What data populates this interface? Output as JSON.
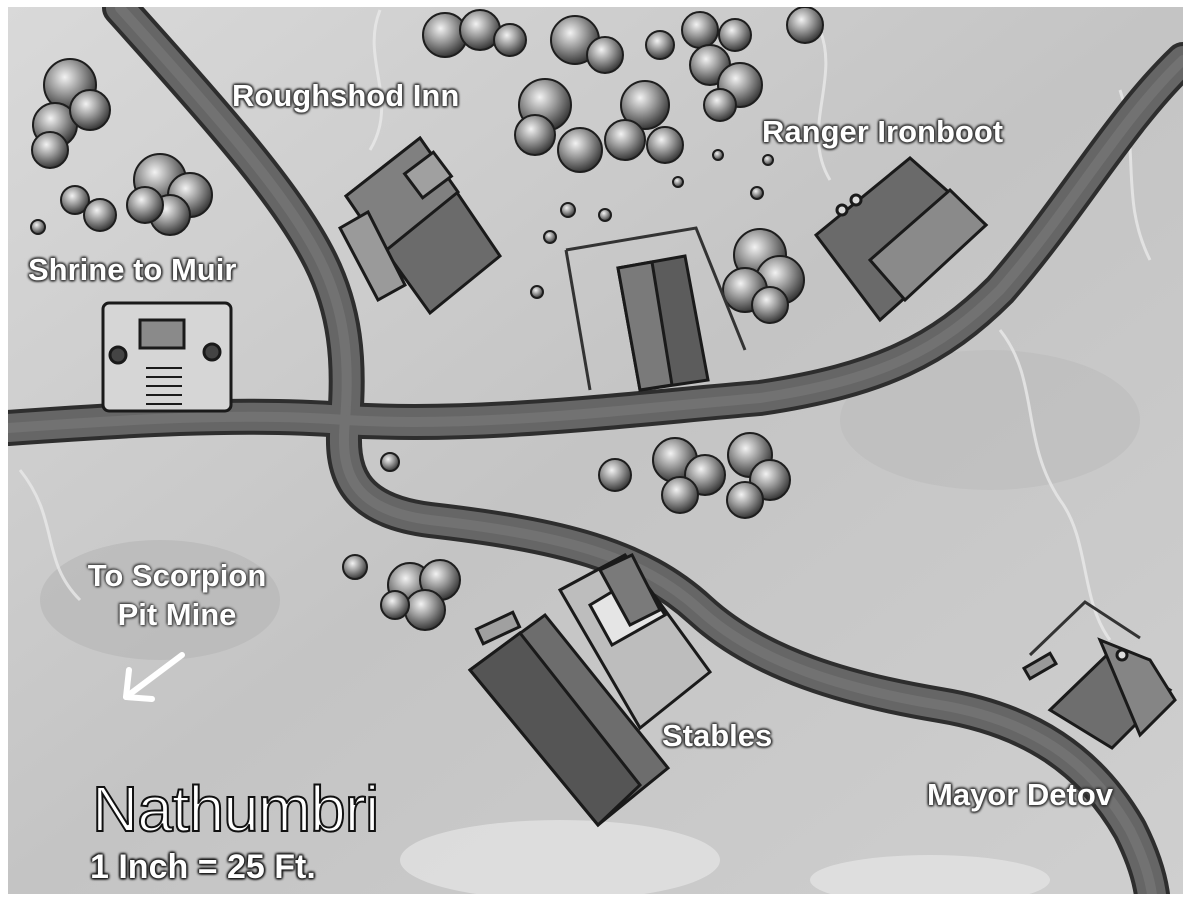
{
  "map": {
    "title": "Nathumbri",
    "scale": "1 Inch = 25 Ft.",
    "labels": {
      "roughshod_inn": "Roughshod Inn",
      "ranger_ironboot": "Ranger Ironboot",
      "shrine_to_muir": "Shrine to Muir",
      "stables": "Stables",
      "mayor_detov": "Mayor Detov",
      "to_scorpion_line1": "To Scorpion",
      "to_scorpion_line2": "Pit Mine"
    },
    "icons": {
      "direction": "arrow-southwest-icon"
    },
    "colors": {
      "ground": "#c9c9c9",
      "road": "#5e5e5e",
      "building_roof": "#6a6a6a",
      "tree": "#3a3a3a",
      "label_text": "#ffffff"
    }
  }
}
